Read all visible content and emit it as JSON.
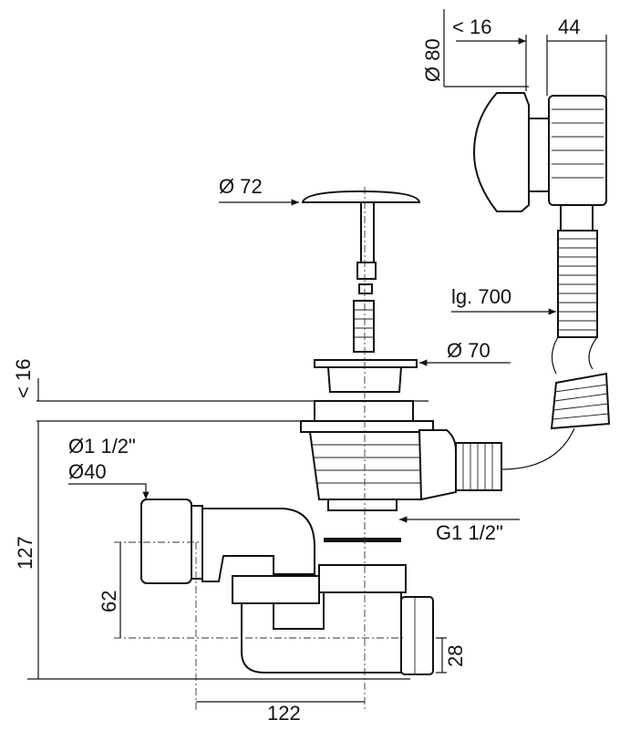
{
  "diagram": {
    "title": "Bath waste and overflow trap dimensions",
    "overflow": {
      "diameter": "Ø 80",
      "depth": "< 16",
      "width": "44"
    },
    "plug": {
      "diameter": "Ø 72"
    },
    "hose": {
      "length": "lg. 700"
    },
    "strainer": {
      "diameter": "Ø 70",
      "flange_height": "< 16"
    },
    "outlet": {
      "size_inch": "Ø1 1/2\"",
      "size_mm": "Ø40"
    },
    "thread": {
      "size": "G1 1/2\""
    },
    "heights": {
      "total": "127",
      "outlet_height": "62",
      "trap_base": "28"
    },
    "offset": {
      "horizontal": "122"
    }
  }
}
